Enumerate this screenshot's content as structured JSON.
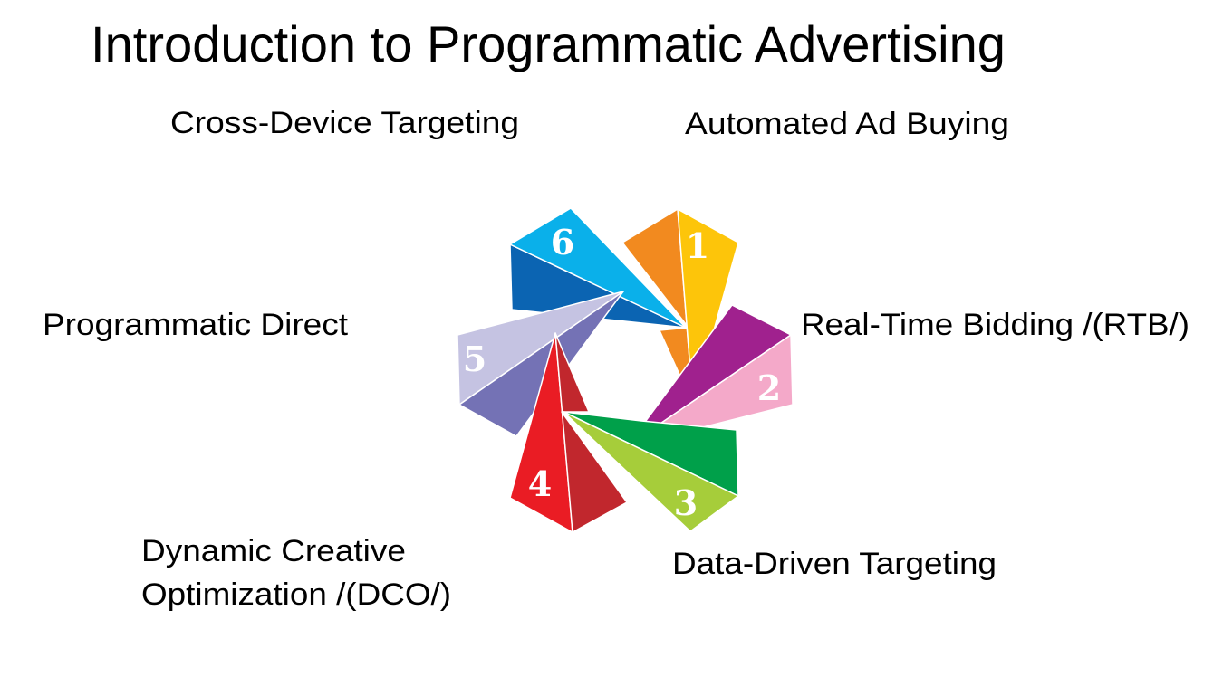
{
  "title": "Introduction to Programmatic Advertising",
  "items": [
    {
      "number": "1",
      "label": "Automated Ad Buying",
      "colors": [
        "#f28a1f",
        "#fdc50a"
      ]
    },
    {
      "number": "2",
      "label": "Real-Time Bidding /(RTB/)",
      "colors": [
        "#a0218e",
        "#f4a9c9"
      ]
    },
    {
      "number": "3",
      "label": "Data-Driven Targeting",
      "colors": [
        "#00a04a",
        "#a6cd3a"
      ]
    },
    {
      "number": "4",
      "label_line1": "Dynamic Creative",
      "label_line2": "Optimization /(DCO/)",
      "colors": [
        "#ea1c24",
        "#c1272d"
      ]
    },
    {
      "number": "5",
      "label": "Programmatic Direct",
      "colors": [
        "#c5c3e2",
        "#7472b5"
      ]
    },
    {
      "number": "6",
      "label": "Cross-Device Targeting",
      "colors": [
        "#0b64b2",
        "#0ab0ea"
      ]
    }
  ]
}
